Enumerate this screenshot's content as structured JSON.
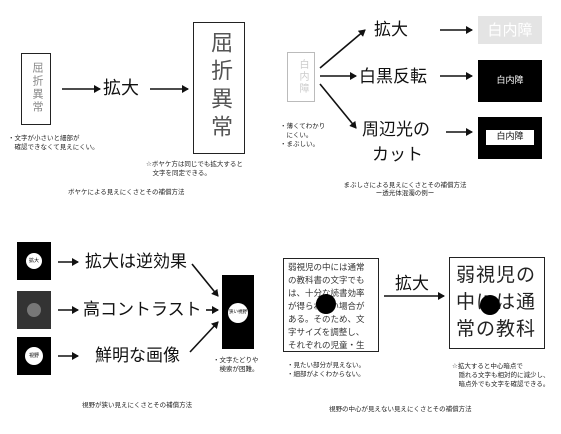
{
  "q1": {
    "small_text": "屈折異常",
    "small_note": [
      "・文字が小さいと細部が",
      "　確認できなくて見えにくい。"
    ],
    "arrow_label": "拡大",
    "large_text": "屈折異常",
    "large_note": [
      "☆ボヤケ方は同じでも拡大すると",
      "　文字を同定できる。"
    ],
    "caption": "ボヤケによる見えにくさとその補償方法"
  },
  "q2": {
    "source_text": "白内障",
    "source_note": [
      "・薄くてわかり",
      "　にくい。",
      "・まぶしい。"
    ],
    "label_enlarge": "拡大",
    "label_invert": "白黒反転",
    "label_cut_line1": "周辺光の",
    "label_cut_line2": "カット",
    "result1": "白内障",
    "result2": "白内障",
    "result3": "白内障",
    "caption_line1": "まぶしさによる見えにくさとその補償方法",
    "caption_line2": "ー透光体混濁の例ー"
  },
  "q3": {
    "label1": "拡大は逆効果",
    "label2": "高コントラスト",
    "label3": "鮮明な画像",
    "icon_text1": "拡大",
    "icon_text2": "",
    "icon_text3": "視野",
    "target_text": "狭い視野",
    "target_note": [
      "・文字たどりや",
      "　検索が困難。"
    ],
    "caption": "視野が狭い見えにくさとその補償方法"
  },
  "q4": {
    "source_lines": [
      "弱視児の中には通常",
      "の教科書の文字でも",
      "は、十分な読書効率",
      "が得られない場合が",
      "ある。そのため、文",
      "字サイズを調整し、",
      "それぞれの児童・生"
    ],
    "source_note": [
      "・見たい部分が見えない。",
      "・細部がよくわからない。"
    ],
    "arrow_label": "拡大",
    "large_lines": [
      "弱視児の",
      "中には通",
      "常の教科"
    ],
    "large_note": [
      "☆拡大すると中心暗点で",
      "　隠れる文字も相対的に減少し、",
      "　暗点外でも文字を確認できる。"
    ],
    "caption": "視野の中心が見えない見えにくさとその補償方法"
  }
}
